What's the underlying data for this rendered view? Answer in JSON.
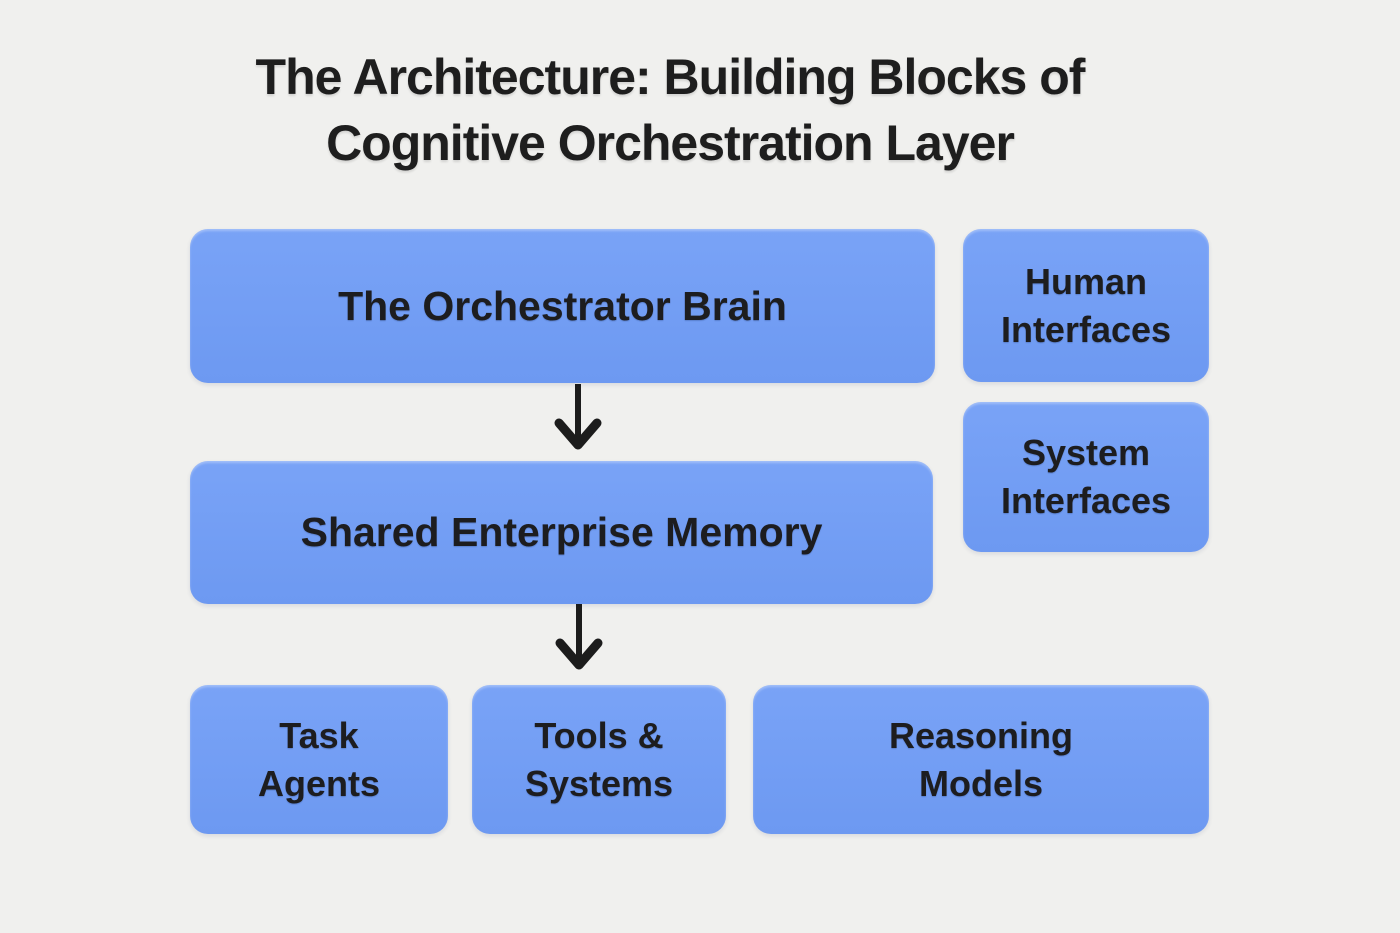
{
  "title": {
    "line1": "The Architecture: Building Blocks of",
    "line2": "Cognitive Orchestration Layer"
  },
  "nodes": {
    "orchestrator": {
      "label": "The Orchestrator Brain"
    },
    "human_interfaces": {
      "label": "Human Interfaces"
    },
    "system_interfaces": {
      "label": "System Interfaces"
    },
    "shared_memory": {
      "label": "Shared Enterprise Memory"
    },
    "task_agents": {
      "label": "Task Agents"
    },
    "tools_systems": {
      "label": "Tools & Systems"
    },
    "reasoning_models": {
      "label": "Reasoning Models"
    }
  },
  "edges": [
    {
      "from": "orchestrator",
      "to": "shared_memory",
      "direction": "down"
    },
    {
      "from": "shared_memory",
      "to": "bottom_row",
      "direction": "down"
    }
  ],
  "colors": {
    "background": "#f0f0ee",
    "node_fill": "#6f9cf6",
    "node_text": "#1d1d1f",
    "title_text": "#1e1e1e",
    "arrow": "#1c1c1c"
  }
}
